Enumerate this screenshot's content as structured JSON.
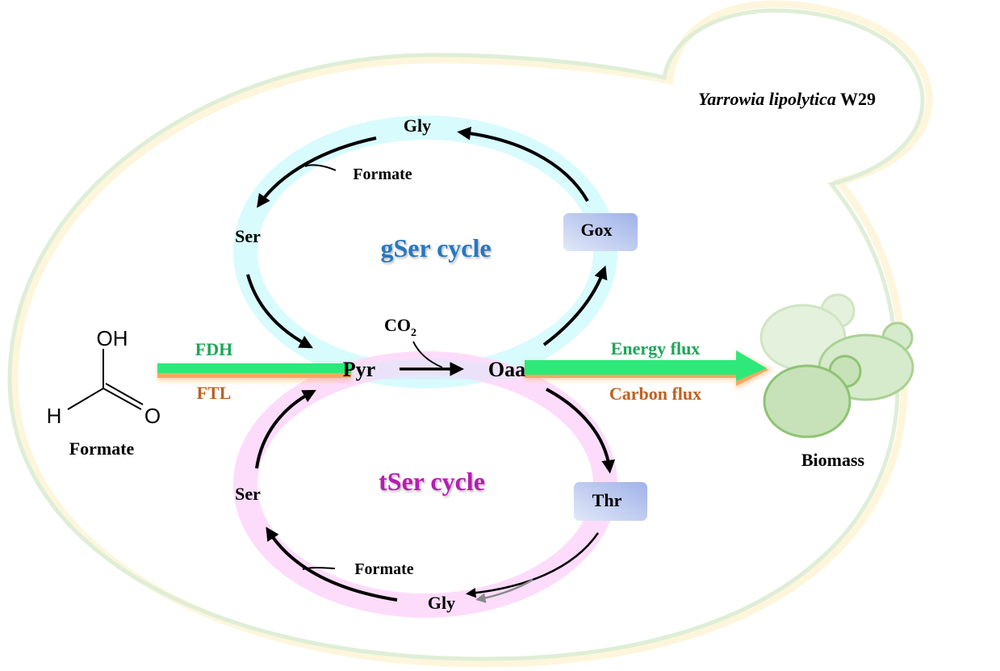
{
  "organism": {
    "species": "Yarrowia lipolytica",
    "strain": "W29"
  },
  "substrate": {
    "name": "Formate",
    "atoms": {
      "oh": "OH",
      "h": "H",
      "o": "O"
    }
  },
  "input_flux": {
    "energy_enzyme": "FDH",
    "carbon_enzyme": "FTL"
  },
  "central": {
    "pyr": "Pyr",
    "oaa": "Oaa",
    "co2_main": "CO",
    "co2_sub": "2"
  },
  "gser_cycle": {
    "title": "gSer cycle",
    "nodes": {
      "gly": "Gly",
      "ser": "Ser",
      "gox": "Gox"
    },
    "cofactor": "Formate"
  },
  "tser_cycle": {
    "title": "tSer cycle",
    "nodes": {
      "gly": "Gly",
      "ser": "Ser",
      "thr": "Thr"
    },
    "cofactor": "Formate"
  },
  "output_flux": {
    "energy_label": "Energy flux",
    "carbon_label": "Carbon flux"
  },
  "product": {
    "name": "Biomass"
  },
  "colors": {
    "energy": "#2ee87a",
    "carbon": "#f4a860",
    "energy_text": "#1aa758",
    "carbon_text": "#c0601e",
    "gser_ring": "#d8fbfd",
    "tser_ring": "#fddcfb",
    "gser_title": "#2878c0",
    "tser_title": "#b81cb4",
    "cell_outer": "#fdf6dc",
    "cell_inner": "#dfeed6"
  }
}
